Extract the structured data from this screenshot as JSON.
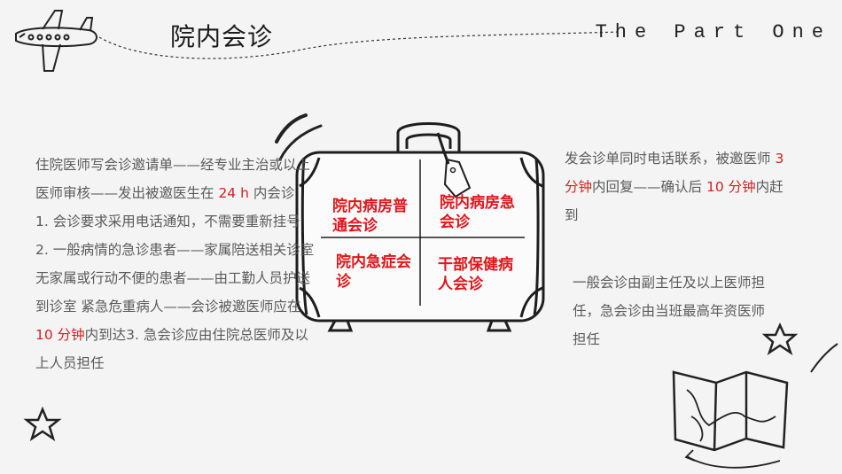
{
  "header": {
    "title": "院内会诊",
    "part_label": "The Part One"
  },
  "left_block": {
    "line1_pre": "住院医师写会诊邀请单——经专业主治或以上医师审核——发出被邀医生在 ",
    "line1_hl": "24 h",
    "line1_post": " 内会诊",
    "line2": "1. 会诊要求采用电话通知，不需要重新挂号 2. 一般病情的急诊患者——家属陪送相关诊室  无家属或行动不便的患者——由工勤人员护送到诊室  紧急危重病人——会诊被邀医师应在 ",
    "line2_hl": "10 分钟",
    "line2_post": "内到达3. 急会诊应由住院总医师及以上人员担任"
  },
  "suitcase": {
    "q1": "院内病房普通会诊",
    "q2": "院内病房急会诊",
    "q3": "院内急症会诊",
    "q4": "干部保健病人会诊"
  },
  "right_top": {
    "pre": "发会诊单同时电话联系，被邀医师 ",
    "hl1": "3 分钟",
    "mid": "内回复——确认后 ",
    "hl2": "10 分钟",
    "post": "内赶到"
  },
  "right_mid": {
    "text": "一般会诊由副主任及以上医师担任，急会诊由当班最高年资医师担任"
  },
  "icons": {
    "airplane": "airplane-icon",
    "star": "star-icon",
    "map": "map-icon",
    "suitcase": "suitcase-icon"
  },
  "colors": {
    "highlight": "#d81e1e",
    "quadrant_text": "#e0161a"
  }
}
